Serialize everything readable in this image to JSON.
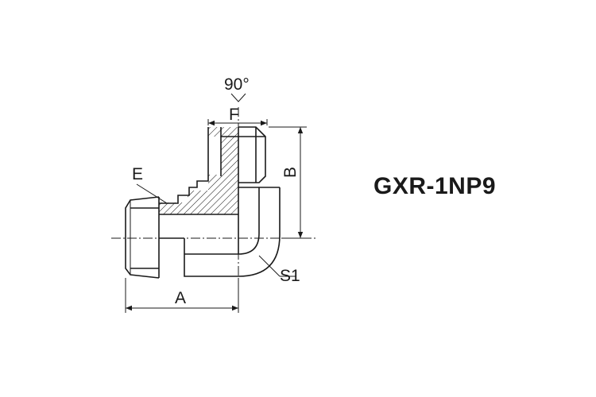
{
  "part": {
    "code": "GXR-1NP9"
  },
  "dimensions": {
    "angle": "90°",
    "F": "F",
    "E": "E",
    "B": "B",
    "S1": "S1",
    "A": "A"
  }
}
